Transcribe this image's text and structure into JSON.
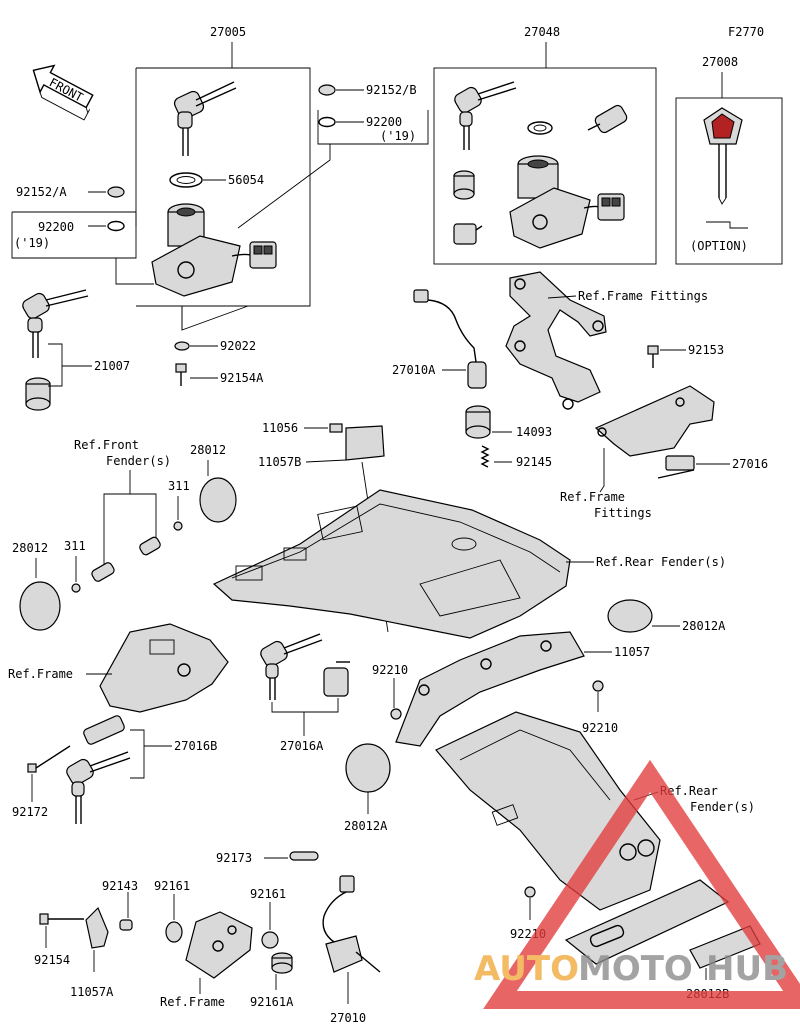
{
  "diagram_code": "F2770",
  "front_label": "FRONT",
  "labels": {
    "p27005": "27005",
    "p27048": "27048",
    "p27008": "27008",
    "p92152b": "92152/B",
    "p92200_top": "92200",
    "p92200_top_year": "('19)",
    "p56054": "56054",
    "p92152a": "92152/A",
    "p92200_left": "92200",
    "p92200_left_year": "('19)",
    "p92022": "92022",
    "p92154a": "92154A",
    "p21007": "21007",
    "option": "(OPTION)",
    "ref_frame_fittings_1": "Ref.Frame Fittings",
    "p92153": "92153",
    "p27010a": "27010A",
    "p14093": "14093",
    "p92145": "92145",
    "p27016": "27016",
    "ref_frame_fittings_2a": "Ref.Frame",
    "ref_frame_fittings_2b": "Fittings",
    "p11056": "11056",
    "p11057b": "11057B",
    "ref_front_fender_a": "Ref.Front",
    "ref_front_fender_b": "Fender(s)",
    "p28012_top": "28012",
    "p311_top": "311",
    "p28012_left": "28012",
    "p311_left": "311",
    "ref_rear_fender": "Ref.Rear Fender(s)",
    "p28012a_right": "28012A",
    "p11057": "11057",
    "ref_frame": "Ref.Frame",
    "p92210_mid": "92210",
    "p92210_right": "92210",
    "p27016b": "27016B",
    "p27016a": "27016A",
    "p92172": "92172",
    "p28012a_mid": "28012A",
    "ref_rear_fender2_a": "Ref.Rear",
    "ref_rear_fender2_b": "Fender(s)",
    "p92173": "92173",
    "p92143": "92143",
    "p92161_1": "92161",
    "p92161_2": "92161",
    "p92154": "92154",
    "p11057a": "11057A",
    "ref_frame_bottom": "Ref.Frame",
    "p92161a": "92161A",
    "p27010": "27010",
    "p92210_bottom": "92210",
    "p28012b": "28012B"
  },
  "watermark": {
    "text_a": "AUTO",
    "text_b": "MOTO",
    "text_c": "HUB",
    "color_orange": "#f2a93b",
    "color_gray": "#8a8a8a",
    "color_red": "#e23b3b"
  }
}
